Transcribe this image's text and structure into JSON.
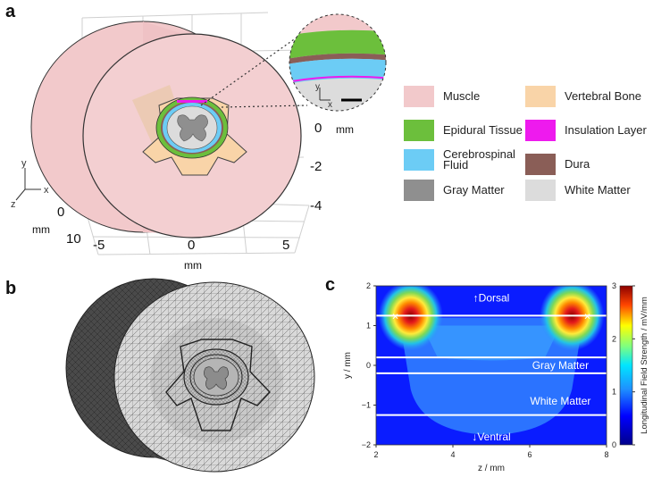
{
  "panels": {
    "a": {
      "letter": "a"
    },
    "b": {
      "letter": "b"
    },
    "c": {
      "letter": "c"
    }
  },
  "panel_a": {
    "axis_ticks": {
      "y_side": [
        "0",
        "-2",
        "-4"
      ],
      "y_side_unit": "mm",
      "left_depth": [
        "0",
        "10"
      ],
      "left_depth_unit": "mm",
      "x_bottom": [
        "-5",
        "0",
        "5"
      ],
      "x_bottom_unit": "mm"
    },
    "orientation": {
      "y": "y",
      "x": "x",
      "z": "z"
    },
    "inset_orientation": {
      "y": "y",
      "x": "x"
    },
    "legend": [
      {
        "label": "Muscle",
        "color": "#f2c9cb"
      },
      {
        "label": "Vertebral Bone",
        "color": "#f9d4a8"
      },
      {
        "label": "Epidural Tissue",
        "color": "#6cbf3c"
      },
      {
        "label": "Insulation Layer",
        "color": "#ee1aee"
      },
      {
        "label": "Cerebrospinal Fluid",
        "color": "#6cccf5"
      },
      {
        "label": "Dura",
        "color": "#8a5e57"
      },
      {
        "label": "Gray Matter",
        "color": "#8f8f8f"
      },
      {
        "label": "White Matter",
        "color": "#dcdcdc"
      }
    ]
  },
  "chart_data": {
    "type": "heatmap",
    "title": "",
    "xlabel": "z / mm",
    "ylabel": "y / mm",
    "xlim": [
      2,
      8
    ],
    "ylim": [
      -2,
      2
    ],
    "x_ticks": [
      "2",
      "4",
      "6",
      "8"
    ],
    "y_ticks": [
      "2",
      "1",
      "0",
      "−1",
      "−2"
    ],
    "colorbar": {
      "label": "Longitudinal Field Strength / mV/mm",
      "range": [
        0,
        3
      ],
      "ticks": [
        "3",
        "2",
        "1",
        "0"
      ]
    },
    "annotations": {
      "dorsal": "↑Dorsal",
      "ventral": "↓Ventral",
      "gray_matter": "Gray Matter",
      "white_matter": "White Matter"
    },
    "boundary_lines_y": [
      1.25,
      0.2,
      -0.2,
      -1.25
    ],
    "electrodes": [
      {
        "z": 2.5,
        "y": 1.25,
        "marker": "×"
      },
      {
        "z": 7.5,
        "y": 1.25,
        "marker": "×"
      }
    ],
    "hotspots": [
      {
        "z": 2.9,
        "y": 1.25,
        "peak": 3
      },
      {
        "z": 7.1,
        "y": 1.25,
        "peak": 3
      }
    ],
    "background_value": 0.4
  }
}
